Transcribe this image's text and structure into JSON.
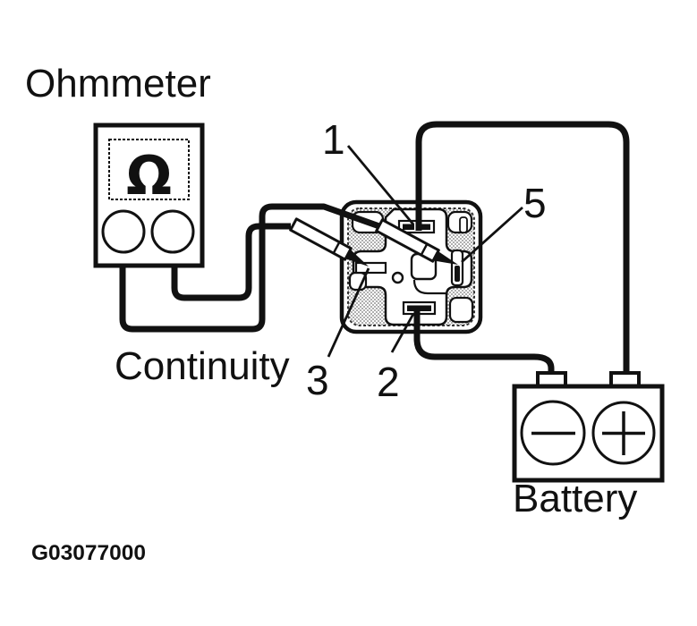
{
  "figure": {
    "ohmmeter_label": "Ohmmeter",
    "continuity_label": "Continuity",
    "battery_label": "Battery",
    "figure_code": "G03077000",
    "omega_symbol": "Ω"
  },
  "relay_terminals": {
    "terminal_1": "1",
    "terminal_2": "2",
    "terminal_3": "3",
    "terminal_5": "5"
  },
  "icons": {
    "ohmmeter_display": "omega-icon",
    "battery_negative": "minus-icon",
    "battery_positive": "plus-icon"
  },
  "colors": {
    "ink": "#111111",
    "background": "#ffffff"
  }
}
